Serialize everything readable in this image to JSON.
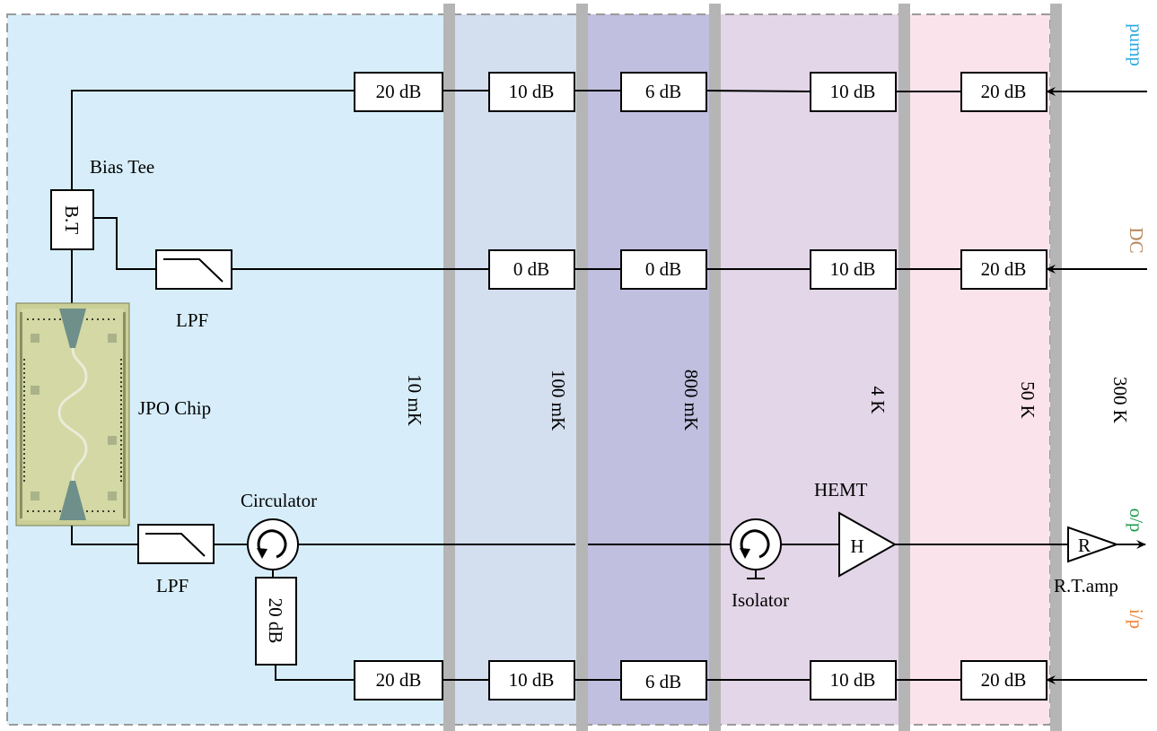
{
  "stages": [
    {
      "temp": "10 mK",
      "color": "#d7eefa"
    },
    {
      "temp": "100 mK",
      "color": "#d3deef"
    },
    {
      "temp": "800 mK",
      "color": "#c0bfdf"
    },
    {
      "temp": "4 K",
      "color": "#e3d6e8"
    },
    {
      "temp": "50 K",
      "color": "#fbe3ec"
    },
    {
      "temp": "300 K",
      "color": "#e8223c"
    }
  ],
  "ports": {
    "pump": {
      "label": "pump",
      "color": "#29a8e0"
    },
    "dc": {
      "label": "DC",
      "color": "#b8875a"
    },
    "output": {
      "label": "o/p",
      "color": "#1a9a4a"
    },
    "input": {
      "label": "i/p",
      "color": "#f08030"
    }
  },
  "pump_line": [
    "20 dB",
    "10 dB",
    "6 dB",
    "10 dB",
    "20 dB"
  ],
  "dc_line": [
    "0 dB",
    "0 dB",
    "10 dB",
    "20 dB"
  ],
  "input_line": [
    "20 dB",
    "10 dB",
    "6 dB",
    "10 dB",
    "20 dB"
  ],
  "circulator_attenuator": "20 dB",
  "labels": {
    "bias_tee": "Bias Tee",
    "bias_tee_box": "B.T",
    "lpf_dc": "LPF",
    "lpf_signal": "LPF",
    "jpo_chip": "JPO Chip",
    "circulator": "Circulator",
    "isolator": "Isolator",
    "hemt": "HEMT",
    "hemt_symbol": "H",
    "rt_amp": "R.T.amp",
    "rt_amp_symbol": "R"
  }
}
